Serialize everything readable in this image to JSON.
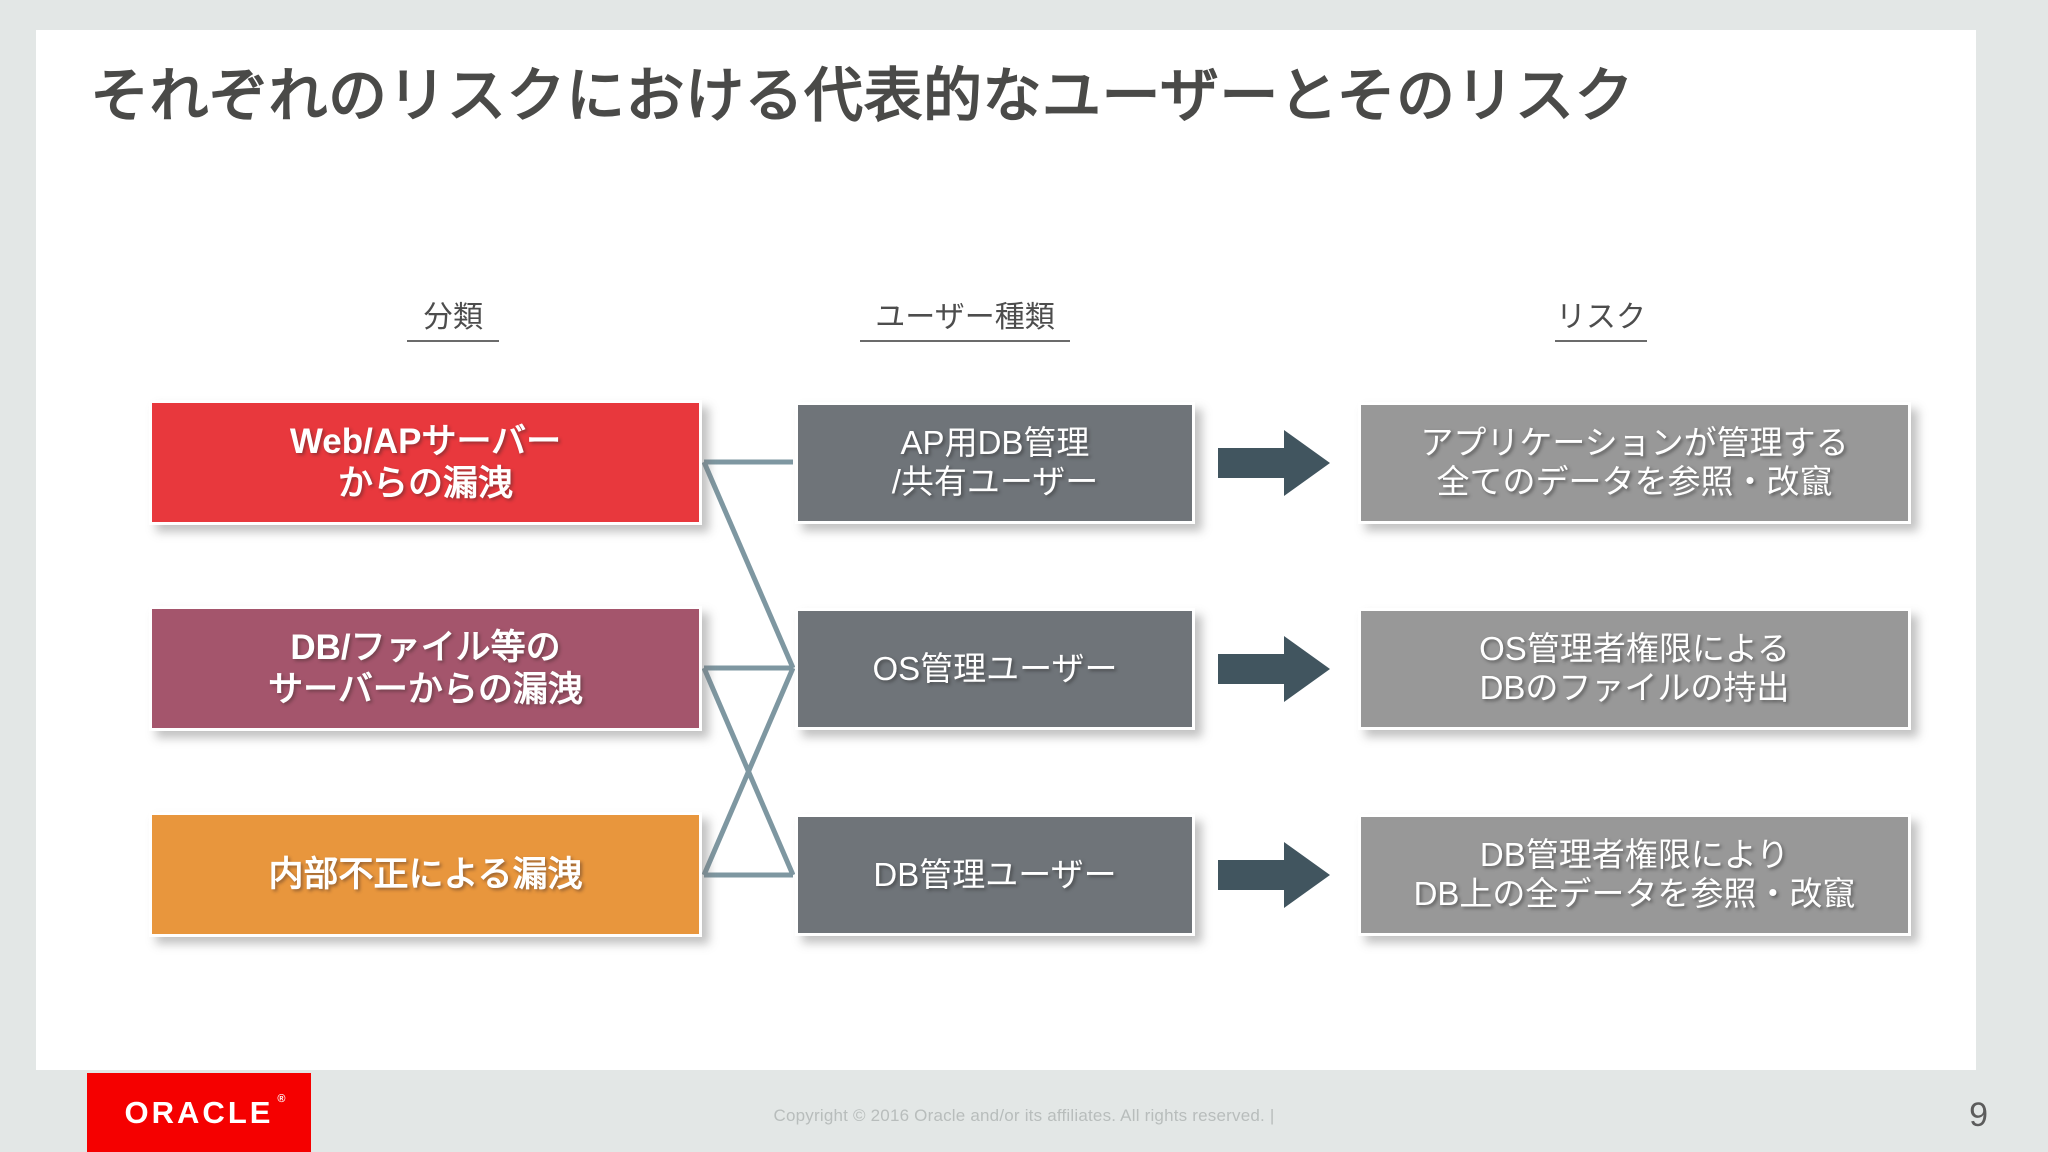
{
  "slide": {
    "title": "それぞれのリスクにおける代表的なユーザーとそのリスク",
    "page_number": "9"
  },
  "columns": {
    "category_header": "分類",
    "user_header": "ユーザー種類",
    "risk_header": "リスク"
  },
  "categories": [
    {
      "line1": "Web/APサーバー",
      "line2": "からの漏洩",
      "color": "#e8383d"
    },
    {
      "line1": "DB/ファイル等の",
      "line2": "サーバーからの漏洩",
      "color": "#a4556c"
    },
    {
      "line1": "内部不正による漏洩",
      "line2": "",
      "color": "#e8963d"
    }
  ],
  "users": [
    {
      "line1": "AP用DB管理",
      "line2": "/共有ユーザー",
      "color": "#6f7479"
    },
    {
      "line1": "OS管理ユーザー",
      "line2": "",
      "color": "#6f7479"
    },
    {
      "line1": "DB管理ユーザー",
      "line2": "",
      "color": "#6f7479"
    }
  ],
  "risks": [
    {
      "line1": "アプリケーションが管理する",
      "line2": "全てのデータを参照・改竄",
      "color": "#989898"
    },
    {
      "line1": "OS管理者権限による",
      "line2": "DBのファイルの持出",
      "color": "#989898"
    },
    {
      "line1": "DB管理者権限により",
      "line2": "DB上の全データを参照・改竄",
      "color": "#989898"
    }
  ],
  "connections": [
    {
      "from_category": 0,
      "to_user": 0
    },
    {
      "from_category": 0,
      "to_user": 1
    },
    {
      "from_category": 1,
      "to_user": 1
    },
    {
      "from_category": 1,
      "to_user": 2
    },
    {
      "from_category": 2,
      "to_user": 1
    },
    {
      "from_category": 2,
      "to_user": 2
    }
  ],
  "footer": {
    "logo_text": "ORACLE",
    "logo_registered": "®",
    "copyright": "Copyright © 2016 Oracle and/or its affiliates. All rights reserved.  |",
    "logo_color": "#f50000"
  },
  "theme": {
    "arrow_color": "#41555f",
    "connector_color": "#7e97a1",
    "page_background": "#e3e7e6",
    "slide_background": "#ffffff",
    "title_color": "#4a4a48"
  }
}
